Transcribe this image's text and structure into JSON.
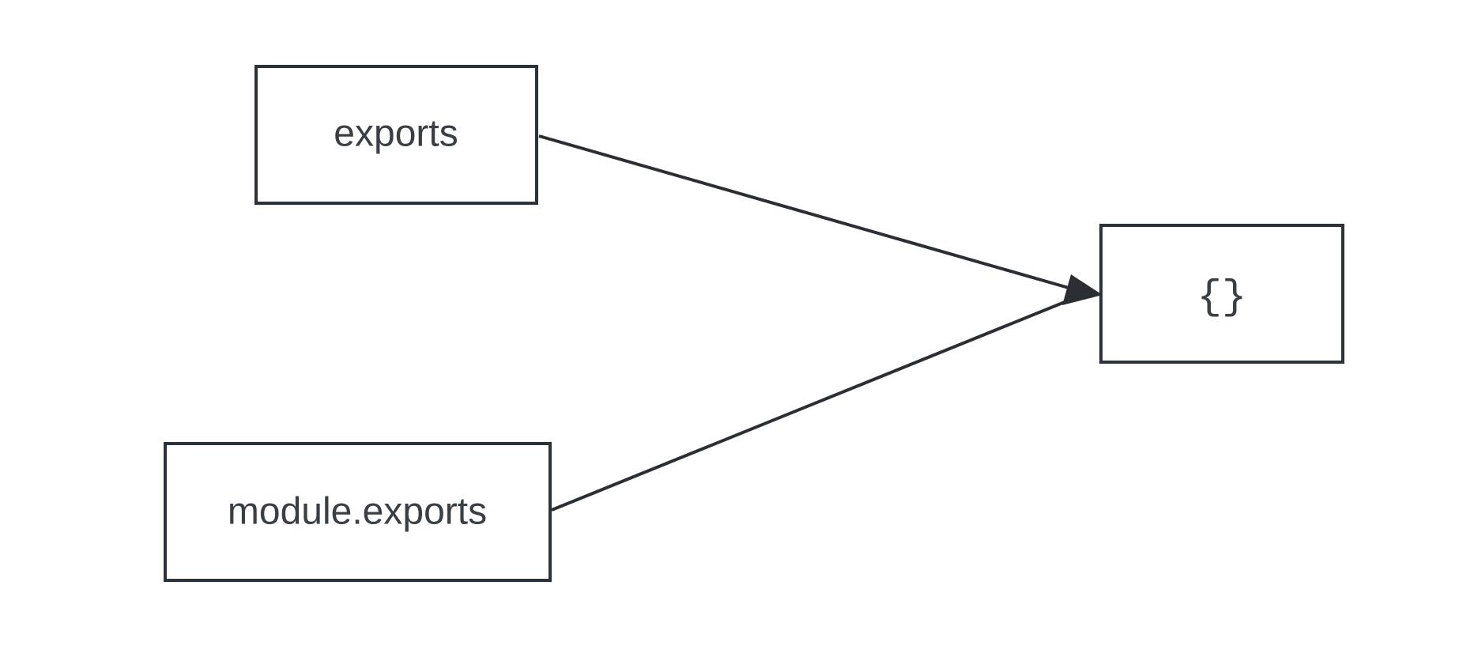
{
  "diagram": {
    "nodes": [
      {
        "id": "exports",
        "label": "exports"
      },
      {
        "id": "module_exports",
        "label": "module.exports"
      },
      {
        "id": "object",
        "label": "{}"
      }
    ],
    "edges": [
      {
        "from": "exports",
        "to": "object"
      },
      {
        "from": "module_exports",
        "to": "object"
      }
    ],
    "colors": {
      "stroke": "#2b323a",
      "text": "#3a3f45",
      "background": "#ffffff"
    }
  }
}
